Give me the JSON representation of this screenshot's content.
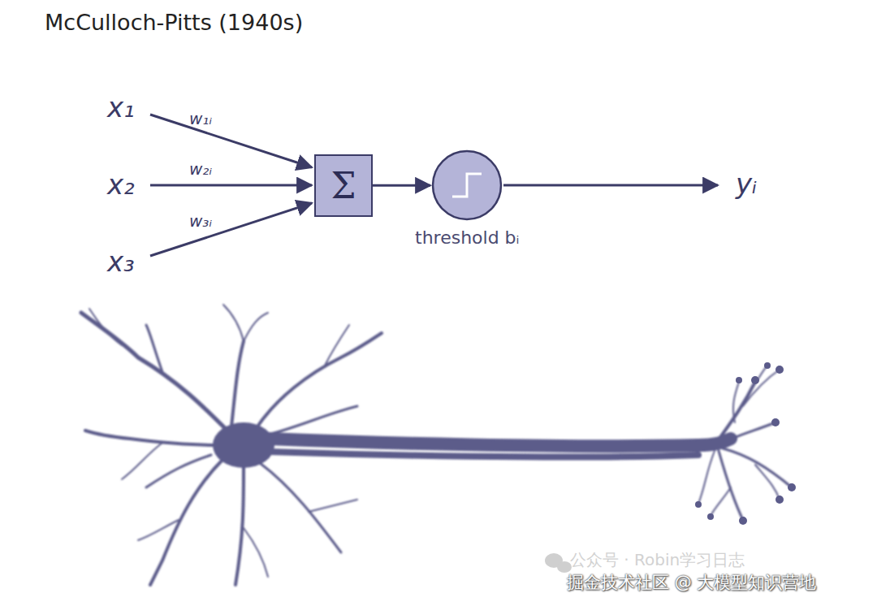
{
  "diagram": {
    "title": "McCulloch-Pitts (1940s)",
    "nodes": [
      {
        "text": [
          "Σ"
        ]
      },
      {
        "text": [
          "threshold bᵢ"
        ]
      }
    ],
    "edges": [
      {
        "from": 0,
        "to": 1,
        "arrow": "to"
      }
    ],
    "labels": [
      "x₁",
      "w₁ᵢ",
      "x₂",
      "w₂ᵢ",
      "x₃",
      "w₃ᵢ",
      "yᵢ",
      "公众号 · Robin学习日志",
      "掘金技术社区 @ 大模型知识营地"
    ]
  }
}
